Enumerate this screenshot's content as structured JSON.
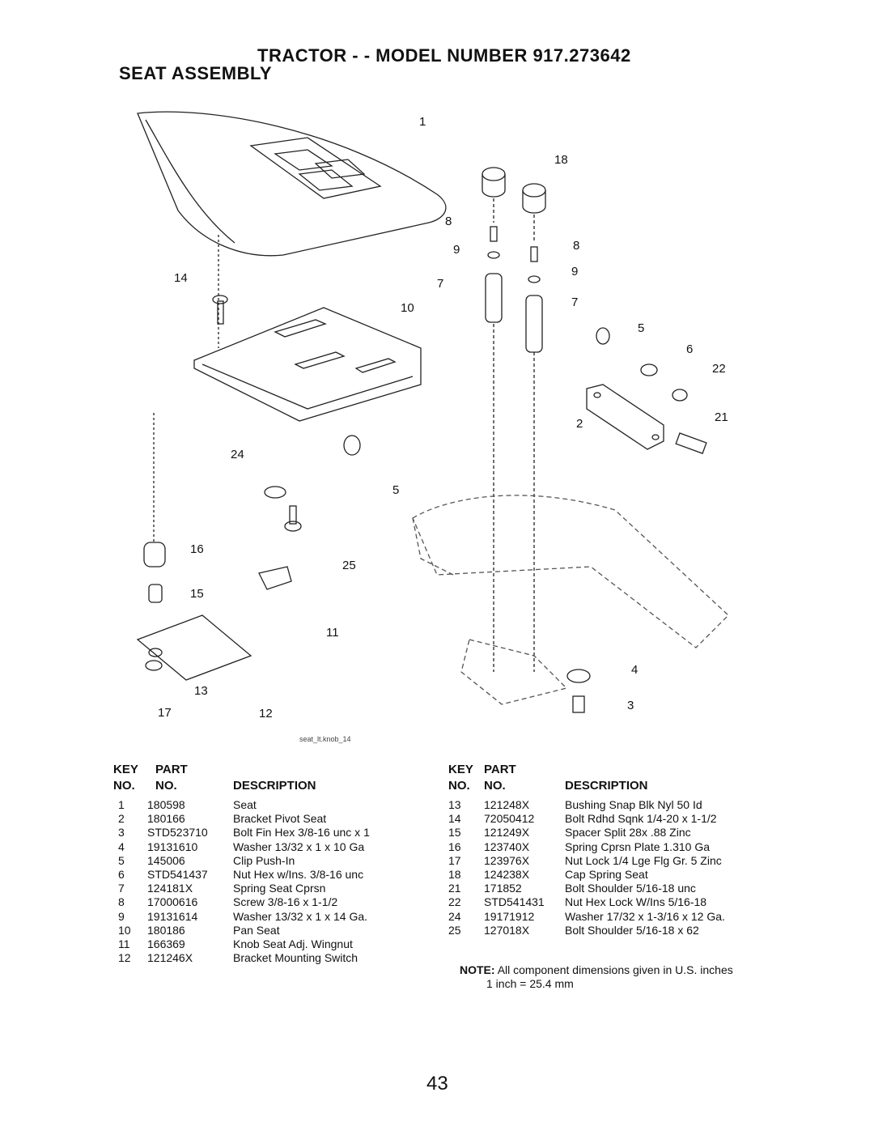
{
  "header": {
    "title": "TRACTOR - - MODEL NUMBER 917.273642",
    "subtitle": "SEAT ASSEMBLY"
  },
  "diagram": {
    "caption": "seat_lt.knob_14",
    "callouts": [
      "1",
      "18",
      "8",
      "9",
      "8",
      "9",
      "7",
      "7",
      "14",
      "10",
      "5",
      "6",
      "22",
      "21",
      "2",
      "24",
      "5",
      "16",
      "25",
      "15",
      "11",
      "13",
      "17",
      "12",
      "4",
      "3"
    ]
  },
  "table_headers": {
    "key": "KEY",
    "part": "PART",
    "no1": "NO.",
    "no2": "NO.",
    "desc": "DESCRIPTION"
  },
  "parts_left": [
    {
      "key": "1",
      "part": "180598",
      "desc": "Seat"
    },
    {
      "key": "2",
      "part": "180166",
      "desc": "Bracket Pivot Seat"
    },
    {
      "key": "3",
      "part": "STD523710",
      "desc": "Bolt Fin Hex 3/8-16 unc x 1"
    },
    {
      "key": "4",
      "part": "19131610",
      "desc": "Washer 13/32 x 1 x 10 Ga"
    },
    {
      "key": "5",
      "part": "145006",
      "desc": "Clip Push-In"
    },
    {
      "key": "6",
      "part": "STD541437",
      "desc": "Nut Hex w/Ins. 3/8-16 unc"
    },
    {
      "key": "7",
      "part": "124181X",
      "desc": "Spring Seat Cprsn"
    },
    {
      "key": "8",
      "part": "17000616",
      "desc": "Screw 3/8-16 x 1-1/2"
    },
    {
      "key": "9",
      "part": "19131614",
      "desc": "Washer 13/32 x 1 x 14 Ga."
    },
    {
      "key": "10",
      "part": "180186",
      "desc": "Pan Seat"
    },
    {
      "key": "11",
      "part": "166369",
      "desc": "Knob Seat Adj. Wingnut"
    },
    {
      "key": "12",
      "part": "121246X",
      "desc": "Bracket Mounting Switch"
    }
  ],
  "parts_right": [
    {
      "key": "13",
      "part": "121248X",
      "desc": "Bushing Snap Blk Nyl 50 Id"
    },
    {
      "key": "14",
      "part": "72050412",
      "desc": "Bolt Rdhd Sqnk 1/4-20 x 1-1/2"
    },
    {
      "key": "15",
      "part": "121249X",
      "desc": "Spacer Split 28x .88 Zinc"
    },
    {
      "key": "16",
      "part": "123740X",
      "desc": "Spring Cprsn Plate 1.310 Ga"
    },
    {
      "key": "17",
      "part": "123976X",
      "desc": "Nut Lock 1/4 Lge Flg Gr. 5 Zinc"
    },
    {
      "key": "18",
      "part": "124238X",
      "desc": "Cap Spring Seat"
    },
    {
      "key": "21",
      "part": "171852",
      "desc": "Bolt Shoulder 5/16-18 unc"
    },
    {
      "key": "22",
      "part": "STD541431",
      "desc": "Nut Hex Lock W/Ins 5/16-18"
    },
    {
      "key": "24",
      "part": "19171912",
      "desc": "Washer 17/32 x 1-3/16 x 12 Ga."
    },
    {
      "key": "25",
      "part": "127018X",
      "desc": "Bolt Shoulder 5/16-18 x 62"
    }
  ],
  "note": {
    "label": "NOTE:",
    "text": "All component dimensions given in U.S. inches",
    "line2": "1 inch = 25.4 mm"
  },
  "page_number": "43"
}
